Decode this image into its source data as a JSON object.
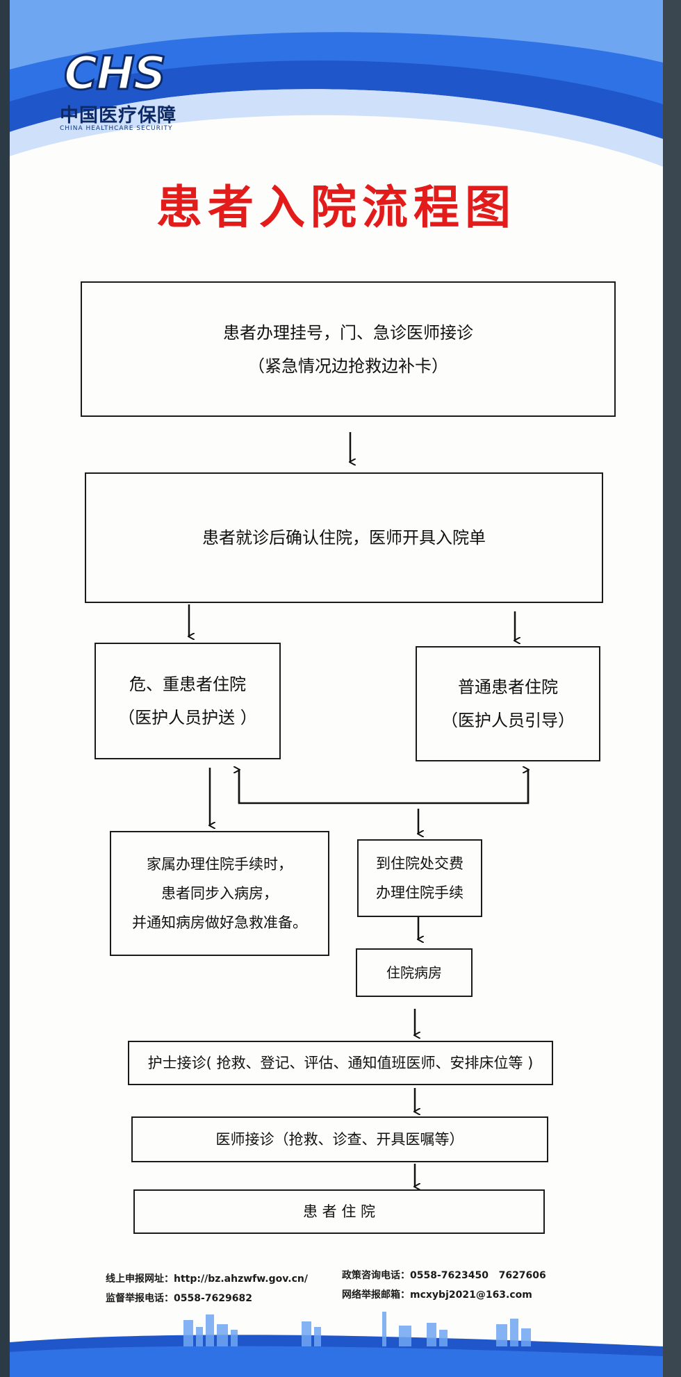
{
  "organization": {
    "logo_letters": "CHS",
    "name": "中国医疗保障",
    "name_en": "CHINA HEALTHCARE SECURITY"
  },
  "title": "患者入院流程图",
  "steps": {
    "registration": {
      "line1": "患者办理挂号，门、急诊医师接诊",
      "line2": "（紧急情况边抢救边补卡）"
    },
    "confirm": {
      "line1": "患者就诊后确认住院，医师开具入院单"
    },
    "critical": {
      "line1": "危、重患者住院",
      "line2": "（医护人员护送 ）"
    },
    "normal": {
      "line1": "普通患者住院",
      "line2": "（医护人员引导）"
    },
    "family": {
      "line1": "家属办理住院手续时，",
      "line2": "患者同步入病房，",
      "line3": "并通知病房做好急救准备。"
    },
    "payment": {
      "line1": "到住院处交费",
      "line2": "办理住院手续"
    },
    "ward": {
      "line1": "住院病房"
    },
    "nurse": {
      "line1": "护士接诊( 抢救、登记、评估、通知值班医师、安排床位等 )"
    },
    "doctor": {
      "line1": "医师接诊（抢救、诊查、开具医嘱等）"
    },
    "admitted": {
      "line1": "患 者 住 院"
    }
  },
  "footer": {
    "online_label": "线上申报网址：",
    "online_url": "http://bz.ahzwfw.gov.cn/",
    "supervise_label": "监督举报电话：",
    "supervise_phone": "0558-7629682",
    "policy_label": "政策咨询电话：",
    "policy_phone": "0558-7623450   7627606",
    "email_label": "网络举报邮箱：",
    "email": "mcxybj2021@163.com"
  },
  "colors": {
    "title_red": "#e21b1b",
    "brand_blue": "#1f56c9",
    "dark_blue": "#0e2a66"
  }
}
